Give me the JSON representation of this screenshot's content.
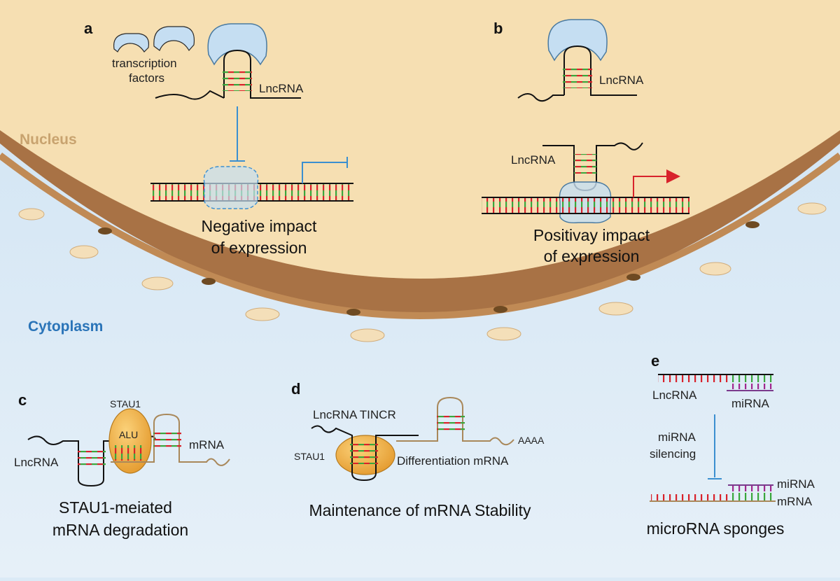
{
  "figure": {
    "regions": {
      "nucleus": "Nucleus",
      "cytoplasm": "Cytoplasm"
    },
    "colors": {
      "nucleus_fill": "#f6ddae",
      "membrane": "#9c6b3d",
      "cytoplasm": "#dbeaf6",
      "region_nucleus_text": "#c8a36f",
      "region_cytoplasm_text": "#2a74b8",
      "base_red": "#d8222b",
      "base_green": "#3aa63c",
      "strand": "#111111",
      "mrna_strand": "#a9885a",
      "mirna_strand": "#7a3a8c",
      "protein_blue": "#c5def2",
      "protein_orange": "#efb04a",
      "inhibit_blue": "#3b8fd0",
      "arrow_red": "#d8222b"
    },
    "panels": {
      "a": {
        "letter": "a",
        "tf_label_1": "transcription",
        "tf_label_2": "factors",
        "lncrna_label": "LncRNA",
        "caption_1": "Negative impact",
        "caption_2": "of expression"
      },
      "b": {
        "letter": "b",
        "lncrna_label_top": "LncRNA",
        "lncrna_label_mid": "LncRNA",
        "caption_1": "Positivay impact",
        "caption_2": "of expression"
      },
      "c": {
        "letter": "c",
        "stau1_label": "STAU1",
        "alu_label": "ALU",
        "lncrna_label": "LncRNA",
        "mrna_label": "mRNA",
        "caption_1": "STAU1-meiated",
        "caption_2": "mRNA degradation"
      },
      "d": {
        "letter": "d",
        "tincr_label": "LncRNA TINCR",
        "stau1_label": "STAU1",
        "polya_label": "AAAA",
        "diff_label": "Differentiation mRNA",
        "caption": "Maintenance of mRNA Stability"
      },
      "e": {
        "letter": "e",
        "lncrna_label": "LncRNA",
        "mirna_label_top": "miRNA",
        "silencing_1": "miRNA",
        "silencing_2": "silencing",
        "mirna_label_bottom": "miRNA",
        "mrna_label": "mRNA",
        "caption": "microRNA sponges"
      }
    }
  }
}
